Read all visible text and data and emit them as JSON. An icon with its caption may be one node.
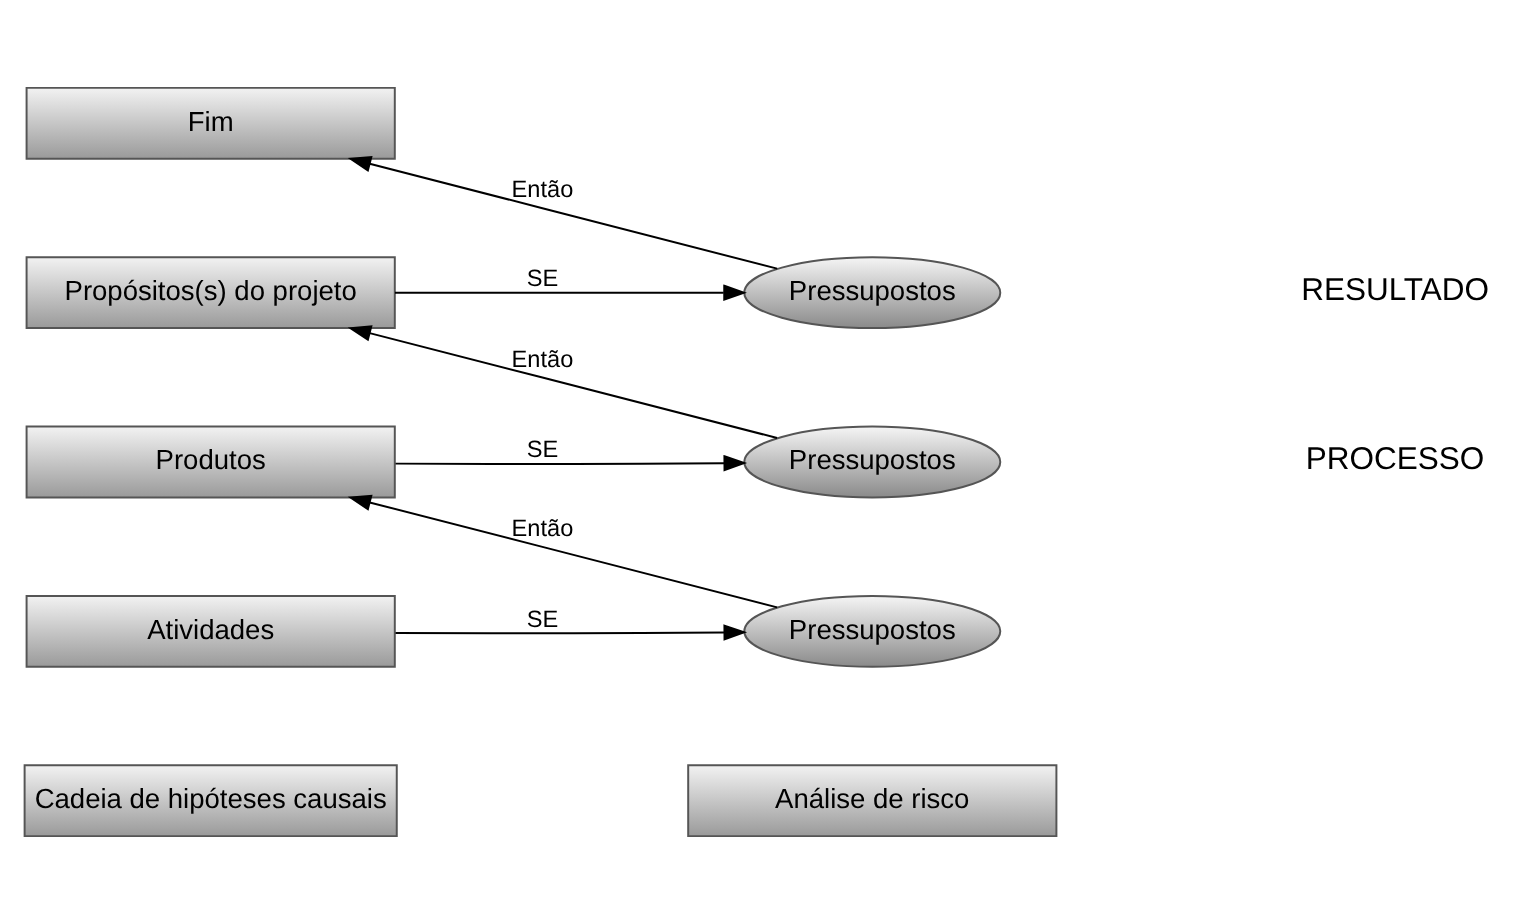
{
  "diagram": {
    "nodes": [
      {
        "text": [
          "Fim"
        ]
      },
      {
        "text": [
          "Propósitos(s) do projeto"
        ]
      },
      {
        "text": [
          "Pressupostos"
        ]
      },
      {
        "text": [
          "Produtos"
        ]
      },
      {
        "text": [
          "Pressupostos"
        ]
      },
      {
        "text": [
          "Atividades"
        ]
      },
      {
        "text": [
          "Pressupostos"
        ]
      },
      {
        "text": [
          "Cadeia de hipóteses causais"
        ]
      },
      {
        "text": [
          "Análise de risco"
        ]
      }
    ],
    "edges": [
      {
        "from": 2,
        "to": 0,
        "arrow": "to",
        "label": "Então"
      },
      {
        "from": 1,
        "to": 2,
        "arrow": "to",
        "label": "SE"
      },
      {
        "from": 4,
        "to": 1,
        "arrow": "to",
        "label": "Então"
      },
      {
        "from": 3,
        "to": 4,
        "arrow": "to",
        "label": "SE"
      },
      {
        "from": 6,
        "to": 3,
        "arrow": "to",
        "label": "Então"
      },
      {
        "from": 5,
        "to": 6,
        "arrow": "to",
        "label": "SE"
      }
    ],
    "labels": [
      "RESULTADO",
      "PROCESSO"
    ]
  }
}
